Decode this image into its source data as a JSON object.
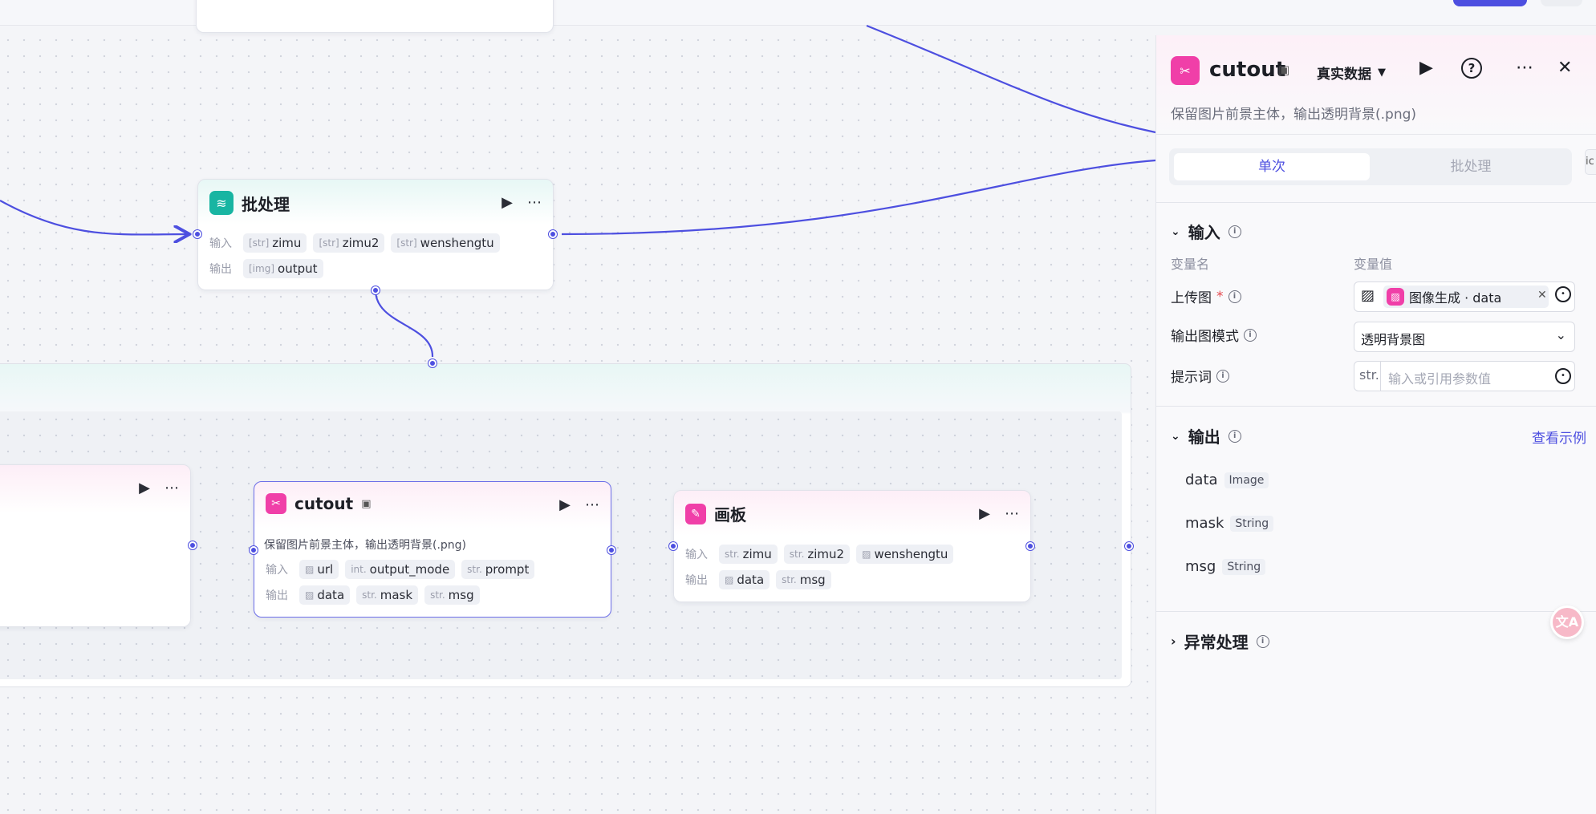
{
  "batch_node": {
    "title": "批处理",
    "input_label": "输入",
    "output_label": "输出",
    "inputs": [
      {
        "type": "[str]",
        "name": "zimu"
      },
      {
        "type": "[str]",
        "name": "zimu2"
      },
      {
        "type": "[str]",
        "name": "wenshengtu"
      }
    ],
    "outputs": [
      {
        "type": "[img]",
        "name": "output"
      }
    ]
  },
  "cutout_node": {
    "title": "cutout",
    "description": "保留图片前景主体，输出透明背景(.png)",
    "input_label": "输入",
    "output_label": "输出",
    "inputs": [
      {
        "type": "img",
        "name": "url"
      },
      {
        "type": "int.",
        "name": "output_mode"
      },
      {
        "type": "str.",
        "name": "prompt"
      }
    ],
    "outputs": [
      {
        "type": "img",
        "name": "data"
      },
      {
        "type": "str.",
        "name": "mask"
      },
      {
        "type": "str.",
        "name": "msg"
      }
    ]
  },
  "canvas_node": {
    "title": "画板",
    "input_label": "输入",
    "output_label": "输出",
    "inputs": [
      {
        "type": "str.",
        "name": "zimu"
      },
      {
        "type": "str.",
        "name": "zimu2"
      },
      {
        "type": "img",
        "name": "wenshengtu"
      }
    ],
    "outputs": [
      {
        "type": "img",
        "name": "data"
      },
      {
        "type": "str.",
        "name": "msg"
      }
    ]
  },
  "panel": {
    "title": "cutout",
    "data_mode": "真实数据",
    "description": "保留图片前景主体，输出透明背景(.png)",
    "tabs": {
      "single": "单次",
      "batch": "批处理"
    },
    "input_section": "输入",
    "col_name": "变量名",
    "col_value": "变量值",
    "params": {
      "upload": {
        "label": "上传图",
        "required": "*",
        "value": "图像生成 · data"
      },
      "mode": {
        "label": "输出图模式",
        "value": "透明背景图"
      },
      "prompt": {
        "label": "提示词",
        "type": "str.",
        "placeholder": "输入或引用参数值"
      }
    },
    "output_section": "输出",
    "view_example": "查看示例",
    "outputs": [
      {
        "name": "data",
        "type": "Image"
      },
      {
        "name": "mask",
        "type": "String"
      },
      {
        "name": "msg",
        "type": "String"
      }
    ],
    "exception_section": "异常处理"
  },
  "colors": {
    "accent": "#4d4fe0",
    "teal": "#18b5a2",
    "pink": "#f03fa8"
  }
}
